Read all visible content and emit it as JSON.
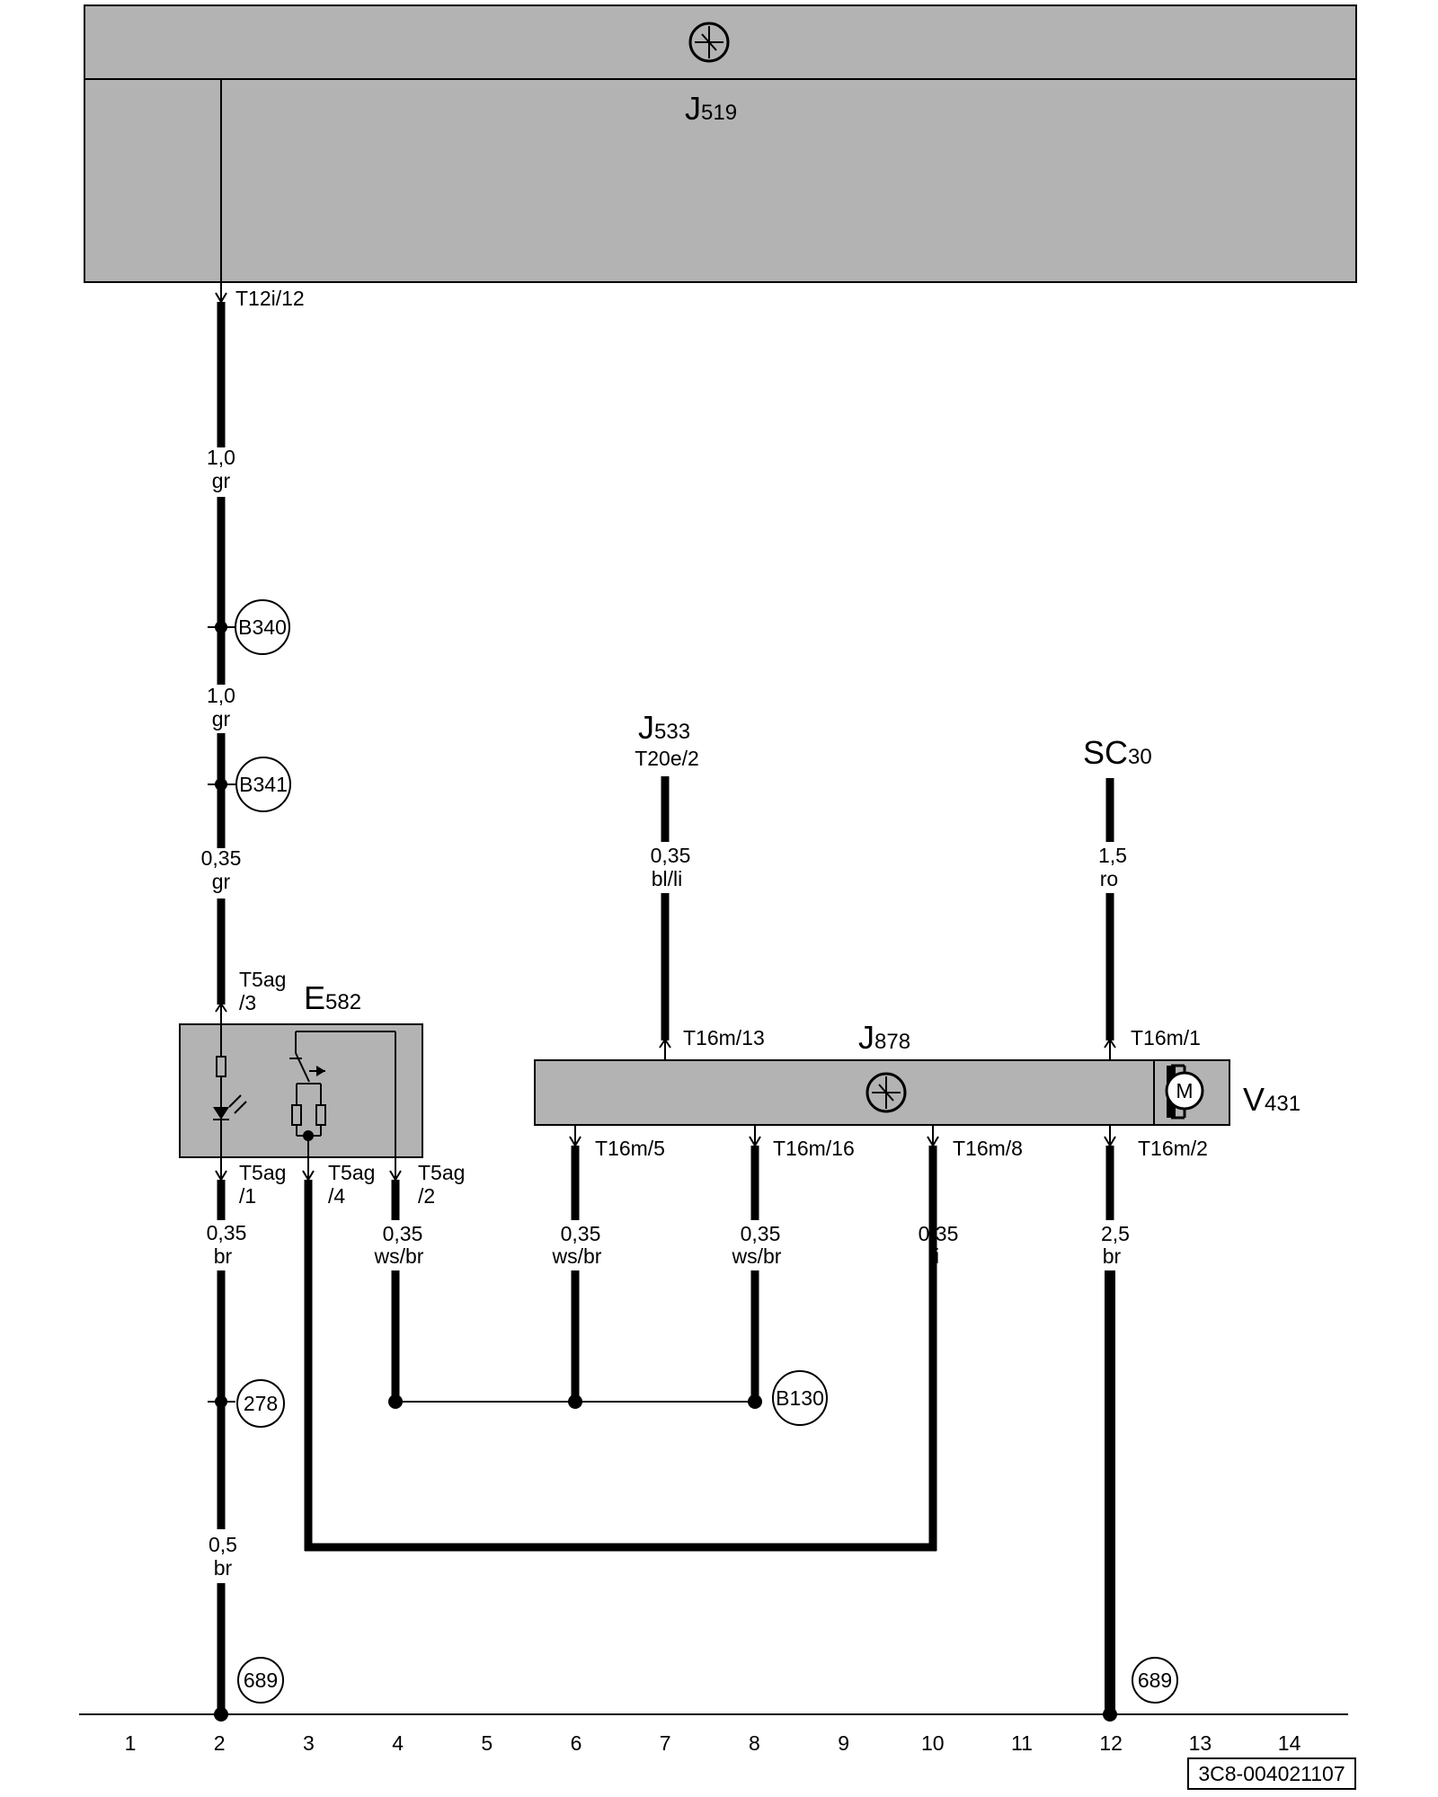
{
  "components": {
    "j519": {
      "letter": "J",
      "sub": "519"
    },
    "e582": {
      "letter": "E",
      "sub": "582"
    },
    "j533": {
      "letter": "J",
      "sub": "533",
      "pin": "T20e/2"
    },
    "sc30": {
      "letter": "SC",
      "sub": "30"
    },
    "j878": {
      "letter": "J",
      "sub": "878"
    },
    "v431": {
      "letter": "V",
      "sub": "431"
    },
    "motor_symbol": "M"
  },
  "pins": {
    "t12i_12": "T12i/12",
    "t5ag_3_a": "T5ag",
    "t5ag_3_b": "/3",
    "t5ag_1_a": "T5ag",
    "t5ag_1_b": "/1",
    "t5ag_4_a": "T5ag",
    "t5ag_4_b": "/4",
    "t5ag_2_a": "T5ag",
    "t5ag_2_b": "/2",
    "t16m_13": "T16m/13",
    "t16m_1": "T16m/1",
    "t16m_5": "T16m/5",
    "t16m_16": "T16m/16",
    "t16m_8": "T16m/8",
    "t16m_2": "T16m/2"
  },
  "wires": {
    "w1": {
      "size": "1,0",
      "color": "gr"
    },
    "w2": {
      "size": "1,0",
      "color": "gr"
    },
    "w3": {
      "size": "0,35",
      "color": "gr"
    },
    "w4": {
      "size": "0,35",
      "color": "br"
    },
    "w5": {
      "size": "0,5",
      "color": "br"
    },
    "w6": {
      "size": "0,35",
      "color": "ws/br"
    },
    "w7": {
      "size": "0,35",
      "color": "bl/li"
    },
    "w8": {
      "size": "0,35",
      "color": "ws/br"
    },
    "w9": {
      "size": "0,35",
      "color": "ws/br"
    },
    "w10": {
      "size": "0,35",
      "color": "li"
    },
    "w11": {
      "size": "1,5",
      "color": "ro"
    },
    "w12": {
      "size": "2,5",
      "color": "br"
    }
  },
  "connections": {
    "b340": "B340",
    "b341": "B341",
    "c278": "278",
    "b130": "B130",
    "g689_left": "689",
    "g689_right": "689"
  },
  "scale": [
    "1",
    "2",
    "3",
    "4",
    "5",
    "6",
    "7",
    "8",
    "9",
    "10",
    "11",
    "12",
    "13",
    "14"
  ],
  "footer_code": "3C8-004021107"
}
